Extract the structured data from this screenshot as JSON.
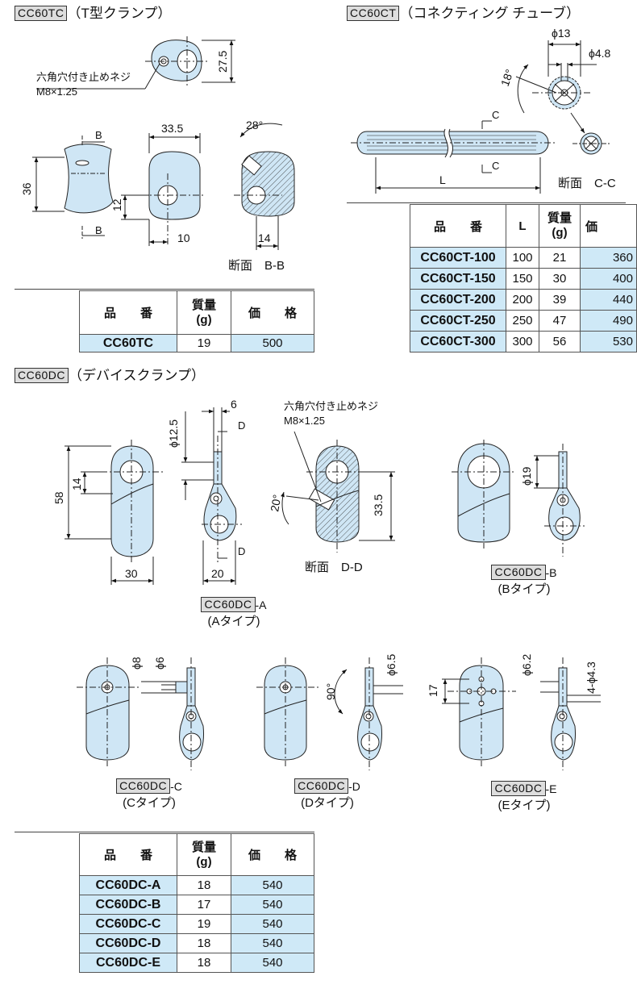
{
  "tc": {
    "code": "CC60TC",
    "title": "（T型クランプ）",
    "screw_label_1": "六角穴付き止めネジ",
    "screw_label_2": "M8×1.25",
    "dims": {
      "d275": "27.5",
      "d335": "33.5",
      "d36": "36",
      "d12": "12",
      "d10": "10",
      "d28": "28°",
      "d14": "14",
      "b": "B"
    },
    "section_caption": "断面　B-B",
    "table": {
      "headers": {
        "pn": "品　　番",
        "wt_1": "質量",
        "wt_2": "(g)",
        "pr": "価　　格"
      },
      "rows": [
        {
          "pn": "CC60TC",
          "wt": "19",
          "pr": "500"
        }
      ]
    }
  },
  "ct": {
    "code": "CC60CT",
    "title": "（コネクティング  チューブ）",
    "dims": {
      "d13": "ϕ13",
      "d48": "ϕ4.8",
      "d18": "18°",
      "c": "C",
      "l": "L"
    },
    "section_caption": "断面　C-C",
    "table": {
      "headers": {
        "pn": "品　　番",
        "l": "L",
        "wt_1": "質量",
        "wt_2": "(g)",
        "pr": "価"
      },
      "rows": [
        {
          "pn": "CC60CT-100",
          "l": "100",
          "wt": "21",
          "pr": "360"
        },
        {
          "pn": "CC60CT-150",
          "l": "150",
          "wt": "30",
          "pr": "400"
        },
        {
          "pn": "CC60CT-200",
          "l": "200",
          "wt": "39",
          "pr": "440"
        },
        {
          "pn": "CC60CT-250",
          "l": "250",
          "wt": "47",
          "pr": "490"
        },
        {
          "pn": "CC60CT-300",
          "l": "300",
          "wt": "56",
          "pr": "530"
        }
      ]
    }
  },
  "dc": {
    "code": "CC60DC",
    "title": "（デバイスクランプ）",
    "screw_label_1": "六角穴付き止めネジ",
    "screw_label_2": "M8×1.25",
    "dims": {
      "d6": "6",
      "d125": "ϕ12.5",
      "d58": "58",
      "d14": "14",
      "d30": "30",
      "d20": "20",
      "d335": "33.5",
      "d20deg": "20°",
      "d19": "ϕ19",
      "d8": "ϕ8",
      "d6b": "ϕ6",
      "d65": "ϕ6.5",
      "d90": "90°",
      "d17": "17",
      "d62": "ϕ6.2",
      "d43": "4-ϕ4.3",
      "d": "D"
    },
    "section_caption": "断面　D-D",
    "types": {
      "a": {
        "suffix": "-A",
        "label": "(Aタイプ)"
      },
      "b": {
        "suffix": "-B",
        "label": "(Bタイプ)"
      },
      "c": {
        "suffix": "-C",
        "label": "(Cタイプ)"
      },
      "d": {
        "suffix": "-D",
        "label": "(Dタイプ)"
      },
      "e": {
        "suffix": "-E",
        "label": "(Eタイプ)"
      }
    },
    "table": {
      "headers": {
        "pn": "品　　番",
        "wt_1": "質量",
        "wt_2": "(g)",
        "pr": "価　　格"
      },
      "rows": [
        {
          "pn": "CC60DC-A",
          "wt": "18",
          "pr": "540"
        },
        {
          "pn": "CC60DC-B",
          "wt": "17",
          "pr": "540"
        },
        {
          "pn": "CC60DC-C",
          "wt": "19",
          "pr": "540"
        },
        {
          "pn": "CC60DC-D",
          "wt": "18",
          "pr": "540"
        },
        {
          "pn": "CC60DC-E",
          "wt": "18",
          "pr": "540"
        }
      ]
    }
  },
  "colors": {
    "part_fill": "#cfe6f5",
    "table_blue": "#cfe9f7",
    "code_bg": "#dddddd"
  }
}
